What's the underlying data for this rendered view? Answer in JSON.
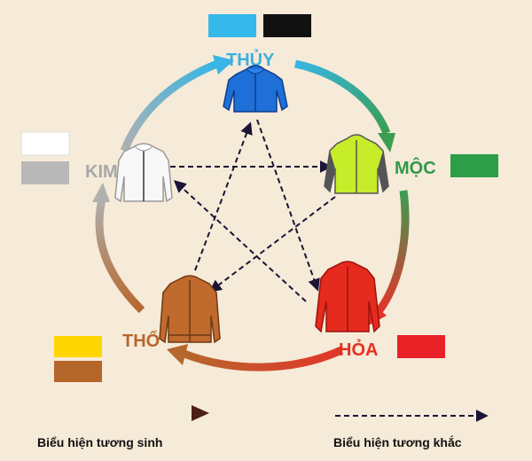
{
  "elements": {
    "thuy": {
      "label": "THỦY",
      "color": "#3ab0e3",
      "swatches": [
        "#35b8ea",
        "#111111"
      ]
    },
    "moc": {
      "label": "MỘC",
      "color": "#2e9a4a",
      "swatches": [
        "#2e9d48"
      ]
    },
    "hoa": {
      "label": "HỎA",
      "color": "#e53020",
      "swatches": [
        "#e82226"
      ]
    },
    "tho": {
      "label": "THỔ",
      "color": "#b5662c",
      "swatches": [
        "#ffd600",
        "#b4652a"
      ]
    },
    "kim": {
      "label": "KIM",
      "color": "#a8a8a8",
      "swatches": [
        "#ffffff",
        "#b8b8b8"
      ]
    }
  },
  "legend": {
    "generating": "Biểu hiện tương sinh",
    "overcoming": "Biểu hiện tương khắc"
  },
  "icons": [
    "blue-jacket-icon",
    "green-jacket-icon",
    "red-jacket-icon",
    "brown-jacket-icon",
    "white-jacket-icon"
  ]
}
